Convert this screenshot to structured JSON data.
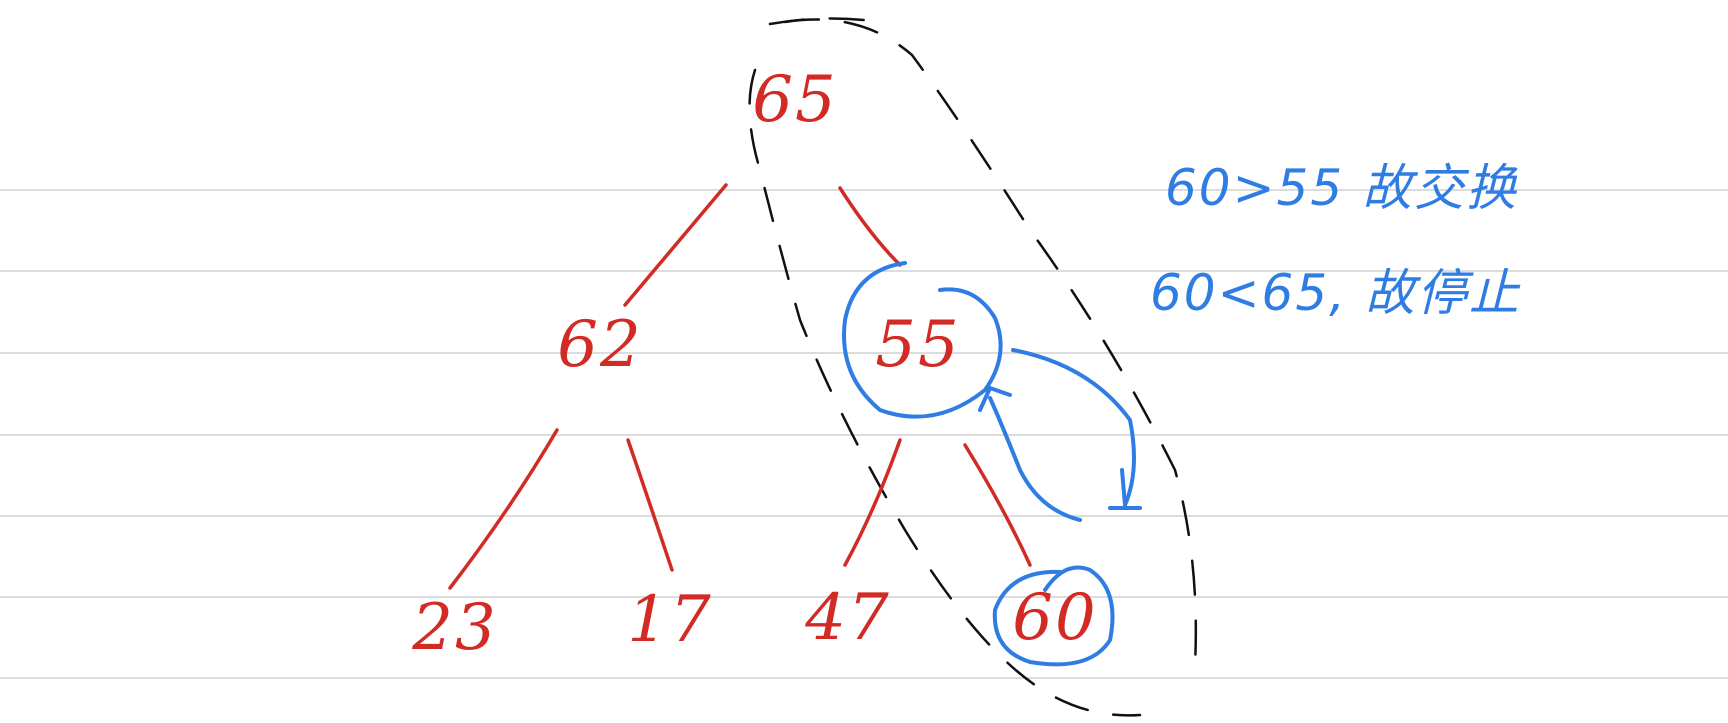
{
  "colors": {
    "tree_ink": "#d22a24",
    "annotation_ink": "#2f7de3",
    "dashed_outline": "#111111",
    "ruled_line": "#dcdcdc"
  },
  "tree": {
    "root": "65",
    "level1": {
      "left": "62",
      "right": "55"
    },
    "level2": {
      "ll": "23",
      "lr": "17",
      "rl": "47",
      "rr": "60"
    }
  },
  "annotations": {
    "line1": "60>55 故交换",
    "line2": "60<65, 故停止"
  },
  "marks": {
    "circled_nodes": [
      "55",
      "60"
    ],
    "swap_arrow": "60 ↔ 55",
    "dashed_subtree_outline": "path 65 → 55 → 60"
  }
}
